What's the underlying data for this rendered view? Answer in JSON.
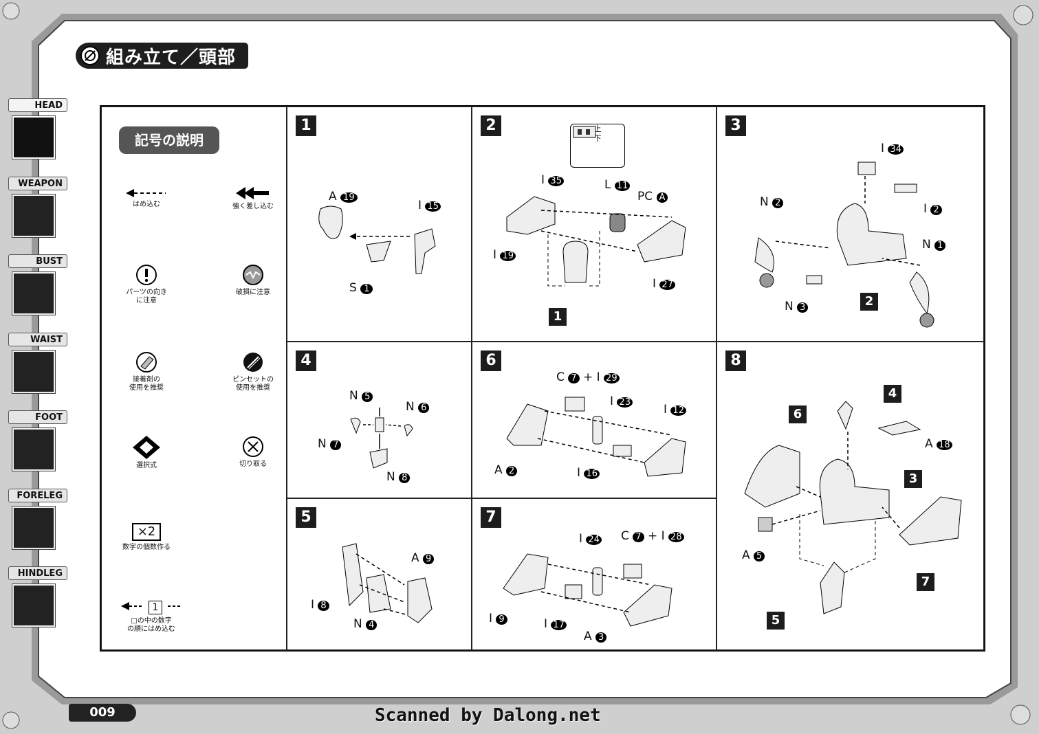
{
  "page": {
    "title": "組み立て／頭部",
    "page_number": "009",
    "scan_credit": "Scanned by Dalong.net"
  },
  "side_tabs": [
    {
      "label": "HEAD",
      "active": true
    },
    {
      "label": "WEAPON",
      "active": false
    },
    {
      "label": "BUST",
      "active": false
    },
    {
      "label": "WAIST",
      "active": false
    },
    {
      "label": "FOOT",
      "active": false
    },
    {
      "label": "FORELEG",
      "active": false
    },
    {
      "label": "HINDLEG",
      "active": false
    }
  ],
  "legend": {
    "title": "記号の説明",
    "items": {
      "insert": "はめ込む",
      "press_in": "強く差し込む",
      "orientation_1": "パーツの向き",
      "orientation_2": "に注意",
      "breakage": "破損に注意",
      "glue_1": "接着剤の",
      "glue_2": "使用を推奨",
      "tweezers_1": "ピンセットの",
      "tweezers_2": "使用を推奨",
      "choice": "選択式",
      "cut": "切り取る",
      "multiply_symbol": "×2",
      "multiply": "数字の個数作る",
      "order_number": "1",
      "order_1": "□の中の数字",
      "order_2": "の順にはめ込む"
    }
  },
  "steps": {
    "s1": {
      "number": "1",
      "parts": [
        {
          "runner": "A",
          "num": "19"
        },
        {
          "runner": "I",
          "num": "15"
        },
        {
          "runner": "S",
          "num": "1"
        }
      ]
    },
    "s2": {
      "number": "2",
      "callout_up": "上",
      "callout_down": "下",
      "sub": "1",
      "parts": [
        {
          "runner": "I",
          "num": "35"
        },
        {
          "runner": "L",
          "num": "11"
        },
        {
          "runner": "PC",
          "num": "A"
        },
        {
          "runner": "I",
          "num": "19"
        },
        {
          "runner": "I",
          "num": "27"
        }
      ]
    },
    "s3": {
      "number": "3",
      "sub": "2",
      "parts": [
        {
          "runner": "I",
          "num": "34"
        },
        {
          "runner": "N",
          "num": "2"
        },
        {
          "runner": "I",
          "num": "2"
        },
        {
          "runner": "N",
          "num": "1"
        },
        {
          "runner": "N",
          "num": "3"
        }
      ]
    },
    "s4": {
      "number": "4",
      "parts": [
        {
          "runner": "N",
          "num": "5"
        },
        {
          "runner": "N",
          "num": "6"
        },
        {
          "runner": "N",
          "num": "7"
        },
        {
          "runner": "N",
          "num": "8"
        }
      ]
    },
    "s5": {
      "number": "5",
      "parts": [
        {
          "runner": "A",
          "num": "9"
        },
        {
          "runner": "I",
          "num": "8"
        },
        {
          "runner": "N",
          "num": "4"
        }
      ]
    },
    "s6": {
      "number": "6",
      "combo": {
        "a_runner": "C",
        "a_num": "7",
        "plus": "+",
        "b_runner": "I",
        "b_num": "29"
      },
      "parts": [
        {
          "runner": "I",
          "num": "23"
        },
        {
          "runner": "I",
          "num": "12"
        },
        {
          "runner": "A",
          "num": "2"
        },
        {
          "runner": "I",
          "num": "16"
        }
      ]
    },
    "s7": {
      "number": "7",
      "combo": {
        "a_runner": "C",
        "a_num": "7",
        "plus": "+",
        "b_runner": "I",
        "b_num": "28"
      },
      "parts": [
        {
          "runner": "I",
          "num": "24"
        },
        {
          "runner": "I",
          "num": "9"
        },
        {
          "runner": "I",
          "num": "17"
        },
        {
          "runner": "A",
          "num": "3"
        }
      ]
    },
    "s8": {
      "number": "8",
      "subs": [
        "4",
        "6",
        "3",
        "7",
        "5"
      ],
      "parts": [
        {
          "runner": "A",
          "num": "18"
        },
        {
          "runner": "A",
          "num": "5"
        }
      ]
    }
  }
}
